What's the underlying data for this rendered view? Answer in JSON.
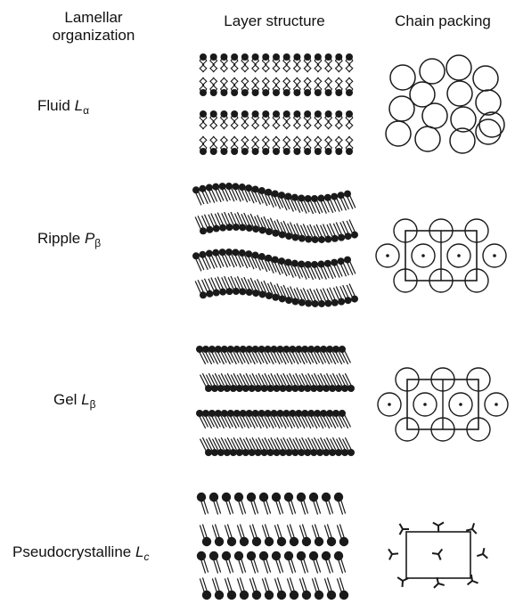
{
  "headers": {
    "lamellar": "Lamellar\norganization",
    "layer": "Layer structure",
    "chain": "Chain packing"
  },
  "rows": [
    {
      "name": "Fluid",
      "symbol": "L",
      "subscript": "α"
    },
    {
      "name": "Ripple",
      "symbol": "P",
      "subscript": "β"
    },
    {
      "name": "Gel",
      "symbol": "L",
      "subscript": "β"
    },
    {
      "name": "Pseudocrystalline",
      "symbol": "L",
      "subscript": "c"
    }
  ],
  "colors": {
    "ink": "#1a1a1a",
    "background": "#ffffff"
  }
}
